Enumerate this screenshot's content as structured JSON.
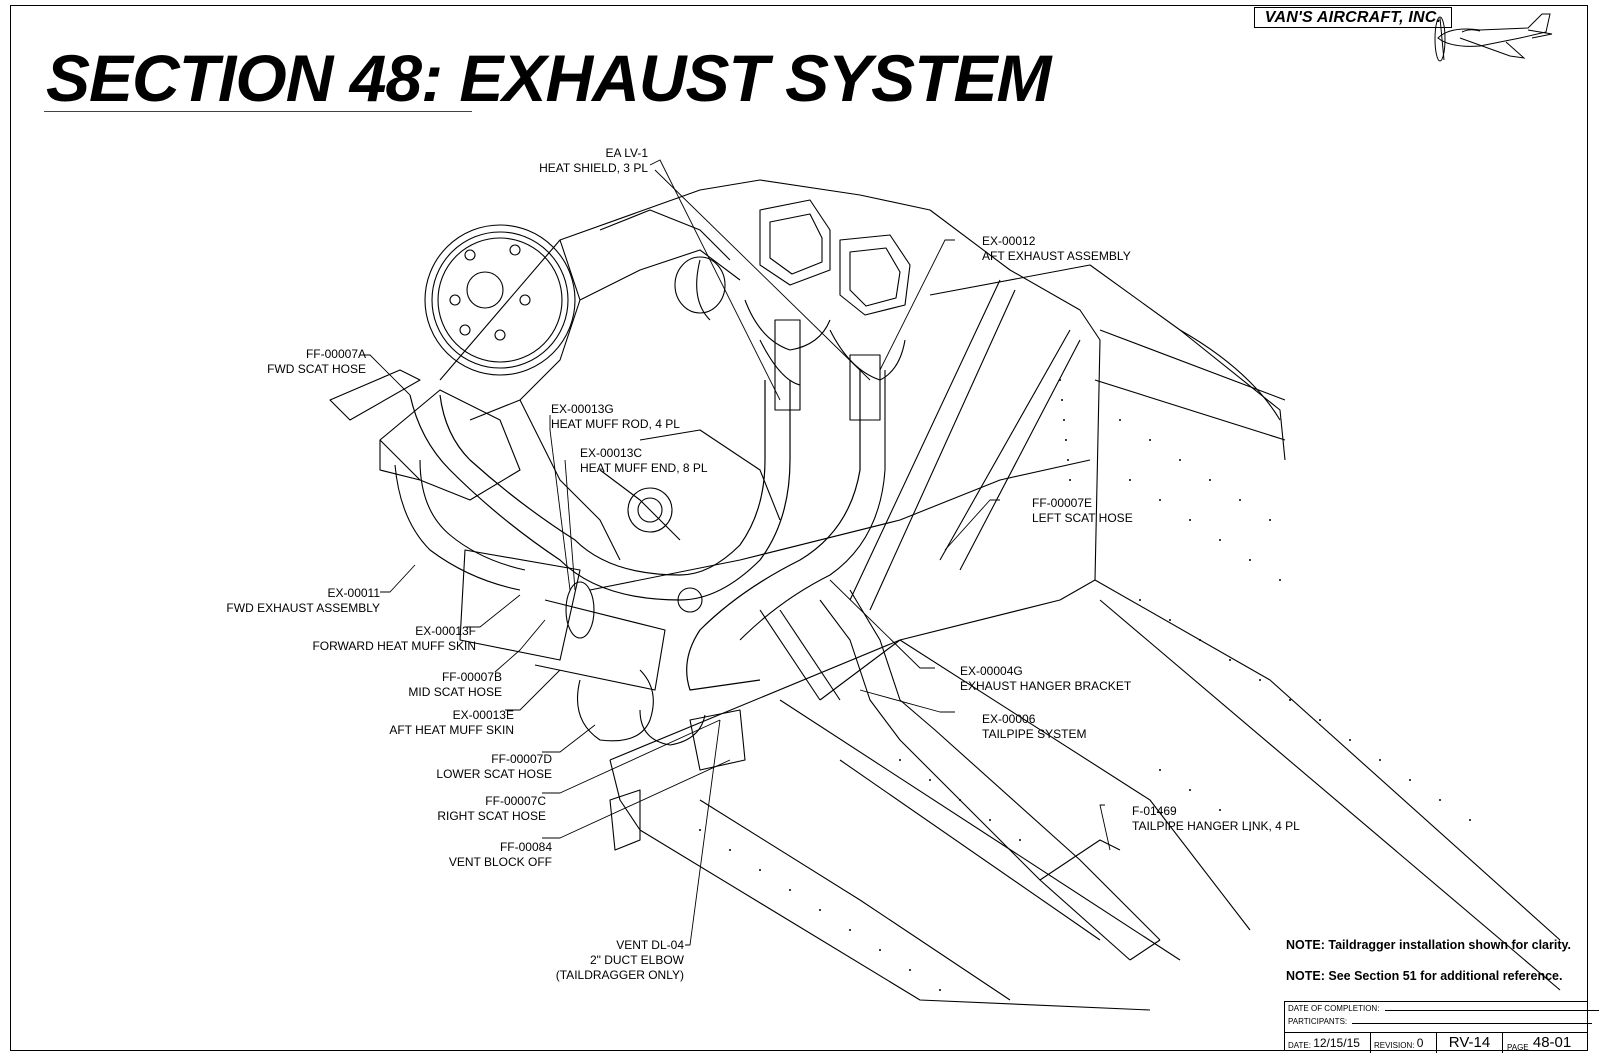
{
  "header": {
    "company": "VAN'S AIRCRAFT, INC.",
    "section_title": "SECTION 48: EXHAUST SYSTEM"
  },
  "callouts": [
    {
      "id": "ea-lv-1",
      "lines": [
        "EA LV-1",
        "HEAT SHIELD, 3 PL"
      ]
    },
    {
      "id": "ex-00012",
      "lines": [
        "EX-00012",
        "AFT EXHAUST ASSEMBLY"
      ]
    },
    {
      "id": "ff-00007a",
      "lines": [
        "FF-00007A",
        "FWD SCAT HOSE"
      ]
    },
    {
      "id": "ex-00013g",
      "lines": [
        "EX-00013G",
        "HEAT MUFF ROD, 4 PL"
      ]
    },
    {
      "id": "ex-00013c",
      "lines": [
        "EX-00013C",
        "HEAT MUFF END, 8 PL"
      ]
    },
    {
      "id": "ff-00007e",
      "lines": [
        "FF-00007E",
        "LEFT SCAT HOSE"
      ]
    },
    {
      "id": "ex-00011",
      "lines": [
        "EX-00011",
        "FWD EXHAUST ASSEMBLY"
      ]
    },
    {
      "id": "ex-00013f",
      "lines": [
        "EX-00013F",
        "FORWARD HEAT MUFF SKIN"
      ]
    },
    {
      "id": "ff-00007b",
      "lines": [
        "FF-00007B",
        "MID SCAT HOSE"
      ]
    },
    {
      "id": "ex-00004g",
      "lines": [
        "EX-00004G",
        "EXHAUST HANGER BRACKET"
      ]
    },
    {
      "id": "ex-00013e",
      "lines": [
        "EX-00013E",
        "AFT HEAT MUFF SKIN"
      ]
    },
    {
      "id": "ex-00006",
      "lines": [
        "EX-00006",
        "TAILPIPE SYSTEM"
      ]
    },
    {
      "id": "ff-00007d",
      "lines": [
        "FF-00007D",
        "LOWER SCAT HOSE"
      ]
    },
    {
      "id": "f-01469",
      "lines": [
        "F-01469",
        "TAILPIPE HANGER LINK, 4 PL"
      ]
    },
    {
      "id": "ff-00007c",
      "lines": [
        "FF-00007C",
        "RIGHT SCAT HOSE"
      ]
    },
    {
      "id": "ff-00084",
      "lines": [
        "FF-00084",
        "VENT BLOCK OFF"
      ]
    },
    {
      "id": "vent-dl-04",
      "lines": [
        "VENT DL-04",
        "2\" DUCT ELBOW",
        "(TAILDRAGGER ONLY)"
      ]
    }
  ],
  "notes": [
    "NOTE: Taildragger installation shown for clarity.",
    "NOTE: See Section 51 for additional reference."
  ],
  "title_block": {
    "date_of_completion_label": "DATE OF COMPLETION:",
    "participants_label": "PARTICIPANTS:",
    "date_label": "DATE:",
    "date_value": "12/15/15",
    "revision_label": "REVISION:",
    "revision_value": "0",
    "model": "RV-14",
    "page_label": "PAGE",
    "page_value": "48-01"
  }
}
